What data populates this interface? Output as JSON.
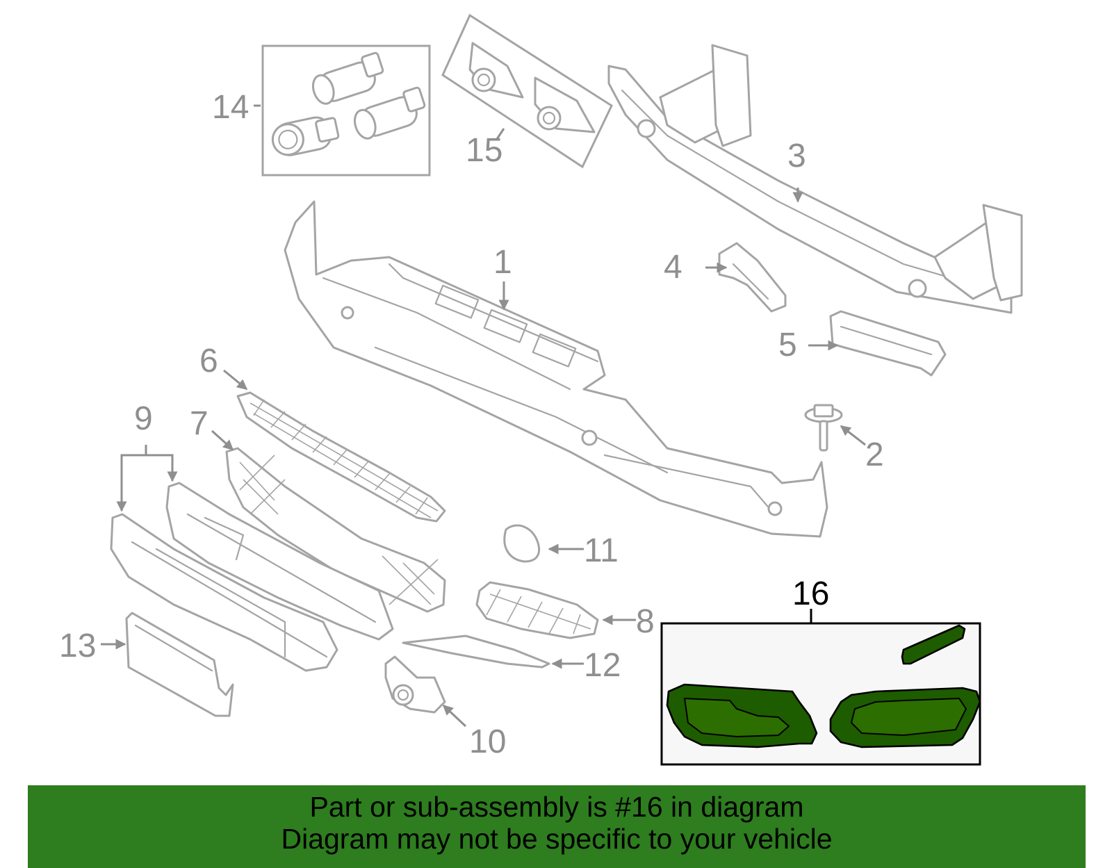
{
  "diagram": {
    "callouts": [
      "1",
      "2",
      "3",
      "4",
      "5",
      "6",
      "7",
      "8",
      "9",
      "10",
      "11",
      "12",
      "13",
      "14",
      "15",
      "16"
    ],
    "highlighted_callout": "16",
    "colors": {
      "part_outline": "#a4a4a4",
      "callout_text": "#8f8f8f",
      "highlight_fill": "#1e5c00",
      "highlight_callout_text": "#000000",
      "banner_background": "#2e7d1f"
    }
  },
  "banner": {
    "line1": "Part or sub-assembly is #16 in diagram",
    "line2": "Diagram may not be specific to your vehicle"
  }
}
